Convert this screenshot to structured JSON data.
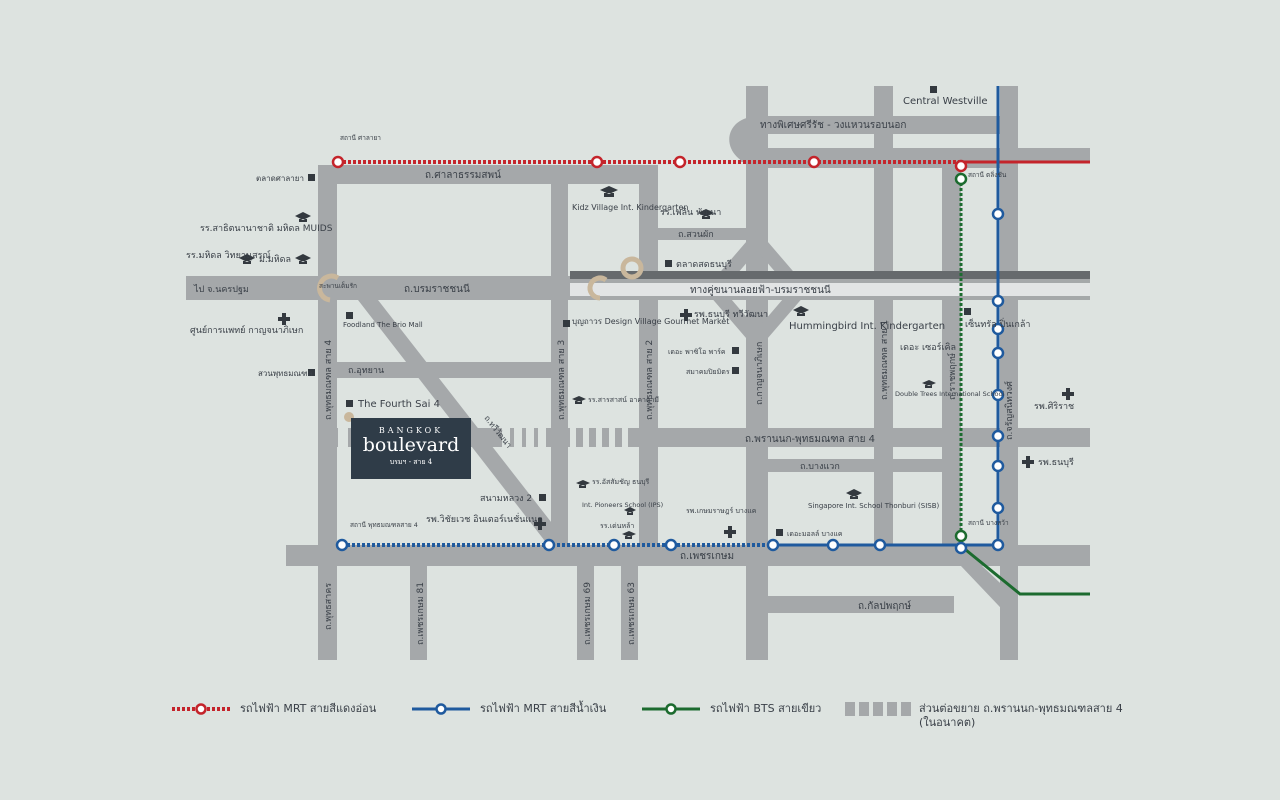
{
  "brand": {
    "top": "BANGKOK",
    "name": "boulevard",
    "sub": "บรมฯ - สาย 4"
  },
  "colors": {
    "background": "#dde3e0",
    "road": "#a5a8aa",
    "mrt_purple": "#c4242b",
    "mrt_blue": "#1f5a9e",
    "bts_green": "#1c6b2f",
    "future": "#a5a8aa",
    "pin": "#33393f"
  },
  "roads": {
    "salathammasop": "ถ.ศาลาธรรมสพน์",
    "kanchanapisek": "ทางพิเศษศรีรัช - วงแหวนรอบนอก",
    "suanphak": "ถ.สวนผัก",
    "borom": "ถ.บรมราชชนนี",
    "elevated": "ทางคู่ขนานลอยฟ้า-บรมราชชนนี",
    "utthayan": "ถ.อุทยาน",
    "phran_nok": "ถ.พรานนก-พุทธมณฑล สาย 4",
    "bang_waek": "ถ.บางแวก",
    "phetkasem": "ถ.เพชรเกษม",
    "kanlapaphruek": "ถ.กัลปพฤกษ์",
    "thawi": "ถ.ทวีวัฒนา",
    "p4": "ถ.พุทธมณฑล สาย 4",
    "p3": "ถ.พุทธมณฑล สาย 3",
    "p2": "ถ.พุทธมณฑล สาย 2",
    "kanchanapisek_v": "ถ.กาญจนาภิเษก",
    "p1": "ถ.พุทธมณฑล สาย 1",
    "ratchaphruek": "ถ.ราชพฤกษ์",
    "charansanitwong": "ถ.จรัญสนิทวงศ์",
    "phutthasakhon": "ถ.พุทธสาคร",
    "petch81": "ถ.เพชรเกษม 81",
    "petch69": "ถ.เพชรเกษม 69",
    "petch63": "ถ.เพชรเกษม 63",
    "nakhonpathom": "ไป จ.นครปฐม"
  },
  "stations": {
    "salaya": "สถานี ศาลายา",
    "taling_chan": "สถานี ตลิ่งชัน",
    "phutthamonthon4": "สถานี พุทธมณฑลสาย 4",
    "bang_wa": "สถานี บางหว้า"
  },
  "places": {
    "central": "Central Westville",
    "kidz": "Kidz Village Int. Kindergarten",
    "salaya_market": "ตลาดศาลายา",
    "sathit": "รร.สาธิตนานาชาติ มหิดล MUIDS",
    "mahidol_wit": "รร.มหิดล วิทยานุสรณ์",
    "mahidol_u": "ม.มหิดล",
    "phloen": "รร.เพลิน พัฒนา",
    "taling_chan_market": "ตลาดสดธนบุรี",
    "thonburi_hosp": "รพ.ธนบุรี ทวีวัฒนา",
    "hummingbird": "Hummingbird Int. Kindergarten",
    "children": "ศูนย์การแพทย์ กาญจนาภิเษก",
    "foodland": "Foodland The Brio Mall",
    "design_village": "บุญถาวร Design Village Gourmet Market",
    "the_circle": "เดอะ เซอร์เคิล",
    "central_pinklao": "เซ็นทรัล ปิ่นเกล้า",
    "park": "สวนพุทธมณฑล",
    "fourth": "The Fourth Sai 4",
    "pakree": "รร.สารสาสน์ อาคาดามี",
    "doubletree": "Double Trees International School",
    "siriraj": "รพ.ศิริราช",
    "thonburi2": "รพ.ธนบุรี",
    "assumption": "รร.อัสสัมชัญ ธนบุรี",
    "pioneers": "Int. Pioneers School (IPS)",
    "sanam_luang2": "สนามหลวง 2",
    "wichai": "รพ.วิชัยเวช อินเตอร์เนชั่นแนล",
    "kasem_rad": "รพ.เกษมราษฎร์ บางแค",
    "srinakharin": "รร.เด่นหล้า",
    "singapore": "Singapore Int. School Thonburi (SISB)",
    "seacon": "เดอะมอลล์ บางแค",
    "harbour": "เดอะ พาซิโอ พาร์ค",
    "phutthamonthon_market": "สมาคมปิยมิตร",
    "bridge": "สะพานเต็มรัก"
  },
  "legend": {
    "red": "รถไฟฟ้า MRT สายสีแดงอ่อน",
    "blue": "รถไฟฟ้า MRT สายสีน้ำเงิน",
    "green": "รถไฟฟ้า BTS สายเขียว",
    "future_line1": "ส่วนต่อขยาย ถ.พรานนก-พุทธมณฑลสาย 4",
    "future_line2": "(ในอนาคต)"
  }
}
